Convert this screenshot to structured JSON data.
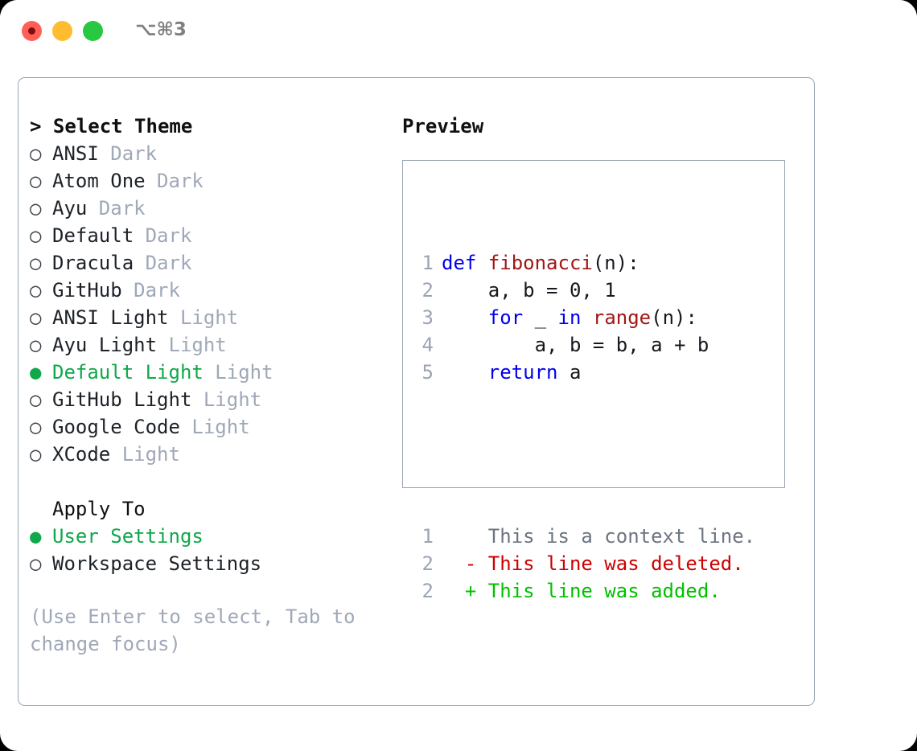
{
  "titlebar": {
    "shortcut": "⌥⌘3",
    "lights": [
      "close-button",
      "minimize-button",
      "zoom-button"
    ],
    "colors": {
      "red": "#ff5f57",
      "yellow": "#febc2e",
      "green": "#28c840"
    }
  },
  "theme_picker": {
    "heading": "> Select Theme",
    "markers": {
      "selected": "●",
      "unselected": "○"
    },
    "accent": "#10a84a",
    "muted": "#9fa8b8",
    "items": [
      {
        "label": "ANSI",
        "tag": "Dark",
        "selected": false
      },
      {
        "label": "Atom One",
        "tag": "Dark",
        "selected": false
      },
      {
        "label": "Ayu",
        "tag": "Dark",
        "selected": false
      },
      {
        "label": "Default",
        "tag": "Dark",
        "selected": false
      },
      {
        "label": "Dracula",
        "tag": "Dark",
        "selected": false
      },
      {
        "label": "GitHub",
        "tag": "Dark",
        "selected": false
      },
      {
        "label": "ANSI Light",
        "tag": "Light",
        "selected": false
      },
      {
        "label": "Ayu Light",
        "tag": "Light",
        "selected": false
      },
      {
        "label": "Default Light",
        "tag": "Light",
        "selected": true
      },
      {
        "label": "GitHub Light",
        "tag": "Light",
        "selected": false
      },
      {
        "label": "Google Code",
        "tag": "Light",
        "selected": false
      },
      {
        "label": "XCode",
        "tag": "Light",
        "selected": false
      }
    ]
  },
  "apply_to": {
    "heading": "Apply To",
    "items": [
      {
        "label": "User Settings",
        "selected": true
      },
      {
        "label": "Workspace Settings",
        "selected": false
      }
    ]
  },
  "hint": "(Use Enter to select, Tab to change focus)",
  "preview": {
    "heading": "Preview",
    "code_lines": [
      {
        "num": "1",
        "indent": "",
        "tokens": [
          {
            "text": "def",
            "kind": "kw"
          },
          {
            "text": " ",
            "kind": "pl"
          },
          {
            "text": "fibonacci",
            "kind": "fn"
          },
          {
            "text": "(n):",
            "kind": "pl"
          }
        ]
      },
      {
        "num": "2",
        "indent": "",
        "tokens": [
          {
            "text": "    a, b = 0, 1",
            "kind": "pl"
          }
        ]
      },
      {
        "num": "3",
        "indent": "",
        "tokens": [
          {
            "text": "    ",
            "kind": "pl"
          },
          {
            "text": "for",
            "kind": "kw"
          },
          {
            "text": " _ ",
            "kind": "pl"
          },
          {
            "text": "in",
            "kind": "kw"
          },
          {
            "text": " ",
            "kind": "pl"
          },
          {
            "text": "range",
            "kind": "fn"
          },
          {
            "text": "(n):",
            "kind": "pl"
          }
        ]
      },
      {
        "num": "4",
        "indent": "",
        "tokens": [
          {
            "text": "        a, b = b, a + b",
            "kind": "pl"
          }
        ]
      },
      {
        "num": "5",
        "indent": "",
        "tokens": [
          {
            "text": "    ",
            "kind": "pl"
          },
          {
            "text": "return",
            "kind": "kw"
          },
          {
            "text": " a",
            "kind": "pl"
          }
        ]
      }
    ],
    "diff_lines": [
      {
        "num": "1",
        "sign": " ",
        "text": " This is a context line.",
        "kind": "ctx"
      },
      {
        "num": "2",
        "sign": "-",
        "text": " This line was deleted.",
        "kind": "del"
      },
      {
        "num": "2",
        "sign": "+",
        "text": " This line was added.",
        "kind": "add"
      }
    ],
    "diff_colors": {
      "context": "#6d7580",
      "deleted": "#cc0000",
      "added": "#00c000"
    }
  }
}
